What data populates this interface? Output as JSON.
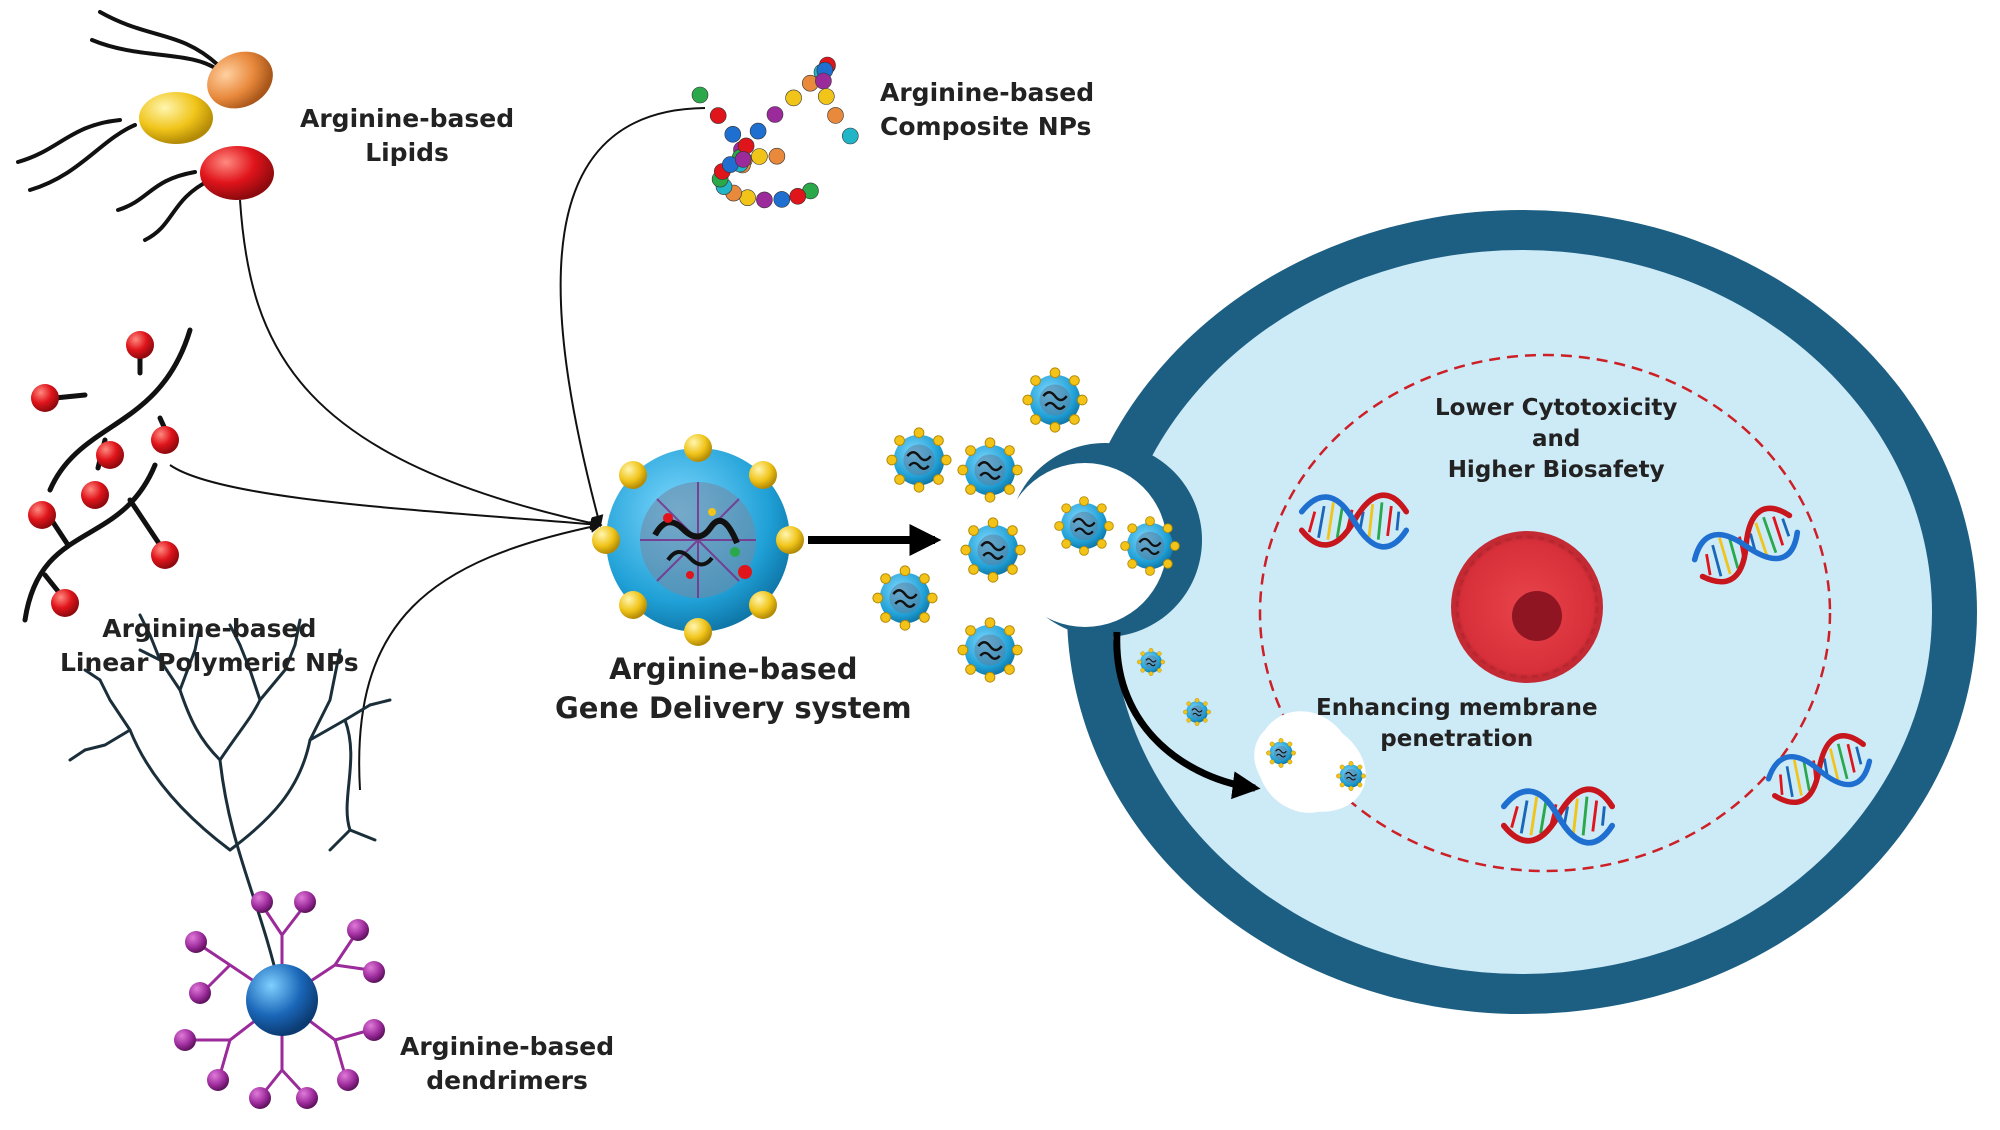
{
  "labels": {
    "lipids": [
      "Arginine-based",
      "Lipids"
    ],
    "composite": [
      "Arginine-based",
      "Composite NPs"
    ],
    "linear": [
      "Arginine-based",
      "Linear Polymeric NPs"
    ],
    "dendrimers": [
      "Arginine-based",
      "dendrimers"
    ],
    "gene_delivery": [
      "Arginine-based",
      "Gene Delivery system"
    ],
    "cytotoxicity": [
      "Lower Cytotoxicity",
      "and",
      "Higher Biosafety"
    ],
    "membrane": [
      "Enhancing membrane",
      "penetration"
    ]
  },
  "colors": {
    "cell_ring": "#1d5f82",
    "cytoplasm": "#cdeaf7",
    "nucleus": "#d8303a",
    "nucleolus": "#8e1521",
    "dashed_membrane": "#cc2026",
    "np_core": "#1fa0d6",
    "np_bead": "#f3c417",
    "dendrimer_core": "#1a66b8",
    "dendrimer_arm": "#9b2a9a",
    "polymer_bead": "#e0141b",
    "lipid_heads": [
      "#e8893c",
      "#f0c419",
      "#e0141b"
    ]
  },
  "icons": [
    "lipid-molecule-icon",
    "composite-nanoparticle-chain-icon",
    "linear-polymer-icon",
    "dendrimer-icon",
    "gene-delivery-nanoparticle-icon",
    "cell-icon",
    "dna-helix-icon",
    "nucleus-icon",
    "endosome-icon"
  ]
}
